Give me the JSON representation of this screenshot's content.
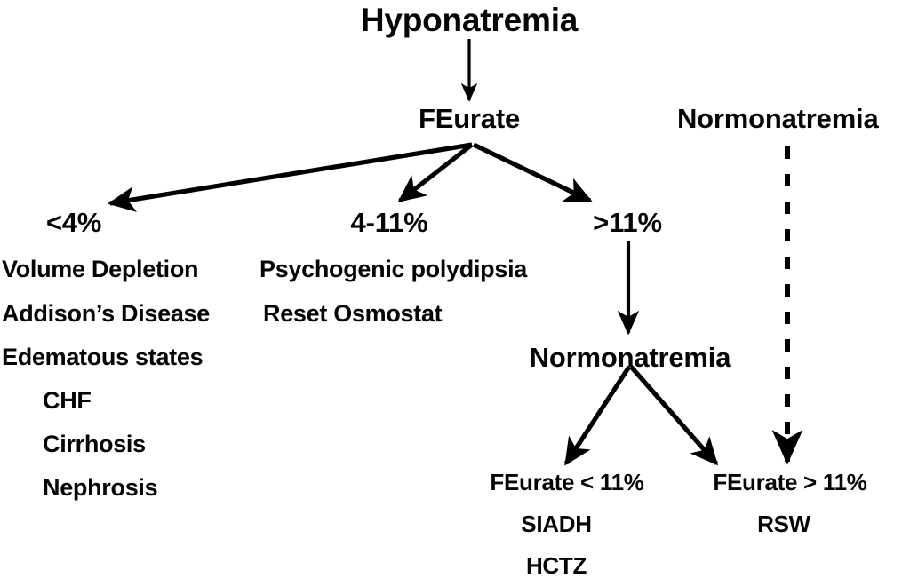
{
  "diagram": {
    "title": "Hyponatremia",
    "root": {
      "label": "Hyponatremia"
    },
    "test_node": {
      "label": "FEurate"
    },
    "normonatremia_top": {
      "label": "Normonatremia"
    },
    "branches": [
      {
        "id": "low",
        "threshold_label": "<4%",
        "items": [
          {
            "label": "Volume Depletion",
            "indent": false
          },
          {
            "label": "Addison’s Disease",
            "indent": false
          },
          {
            "label": "Edematous states",
            "indent": false
          },
          {
            "label": "CHF",
            "indent": true
          },
          {
            "label": "Cirrhosis",
            "indent": true
          },
          {
            "label": "Nephrosis",
            "indent": true
          }
        ]
      },
      {
        "id": "mid",
        "threshold_label": "4-11%",
        "items": [
          {
            "label": "Psychogenic polydipsia",
            "indent": false
          },
          {
            "label": "Reset Osmostat",
            "indent": false
          }
        ]
      },
      {
        "id": "high",
        "threshold_label": ">11%",
        "items": []
      }
    ],
    "normonatremia_mid": {
      "label": "Normonatremia"
    },
    "outcomes": [
      {
        "id": "siadh",
        "label": "FEurate < 11%",
        "subitems": [
          "SIADH",
          "HCTZ"
        ]
      },
      {
        "id": "rsw",
        "label": "FEurate > 11%",
        "subitems": [
          "RSW"
        ]
      }
    ],
    "colors": {
      "ink": "#050505",
      "background": "#ffffff",
      "arrow": "#000000"
    }
  },
  "chart_data": {
    "type": "diagram",
    "title": "Hyponatremia",
    "nodes": [
      "Hyponatremia",
      "FEurate",
      "Normonatremia",
      "<4%",
      "4-11%",
      ">11%",
      "Volume Depletion",
      "Addison’s Disease",
      "Edematous states",
      "CHF",
      "Cirrhosis",
      "Nephrosis",
      "Psychogenic polydipsia",
      "Reset Osmostat",
      "FEurate < 11%",
      "SIADH",
      "HCTZ",
      "FEurate > 11%",
      "RSW"
    ],
    "edges": [
      {
        "from": "Hyponatremia",
        "to": "FEurate",
        "style": "solid"
      },
      {
        "from": "FEurate",
        "to": "<4%",
        "style": "solid"
      },
      {
        "from": "FEurate",
        "to": "4-11%",
        "style": "solid"
      },
      {
        "from": "FEurate",
        "to": ">11%",
        "style": "solid"
      },
      {
        "from": ">11%",
        "to": "Normonatremia",
        "style": "solid"
      },
      {
        "from": "Normonatremia",
        "to": "FEurate < 11%",
        "style": "solid"
      },
      {
        "from": "Normonatremia",
        "to": "FEurate > 11%",
        "style": "solid"
      },
      {
        "from": "Normonatremia (top right)",
        "to": "FEurate > 11%",
        "style": "dashed"
      }
    ]
  }
}
